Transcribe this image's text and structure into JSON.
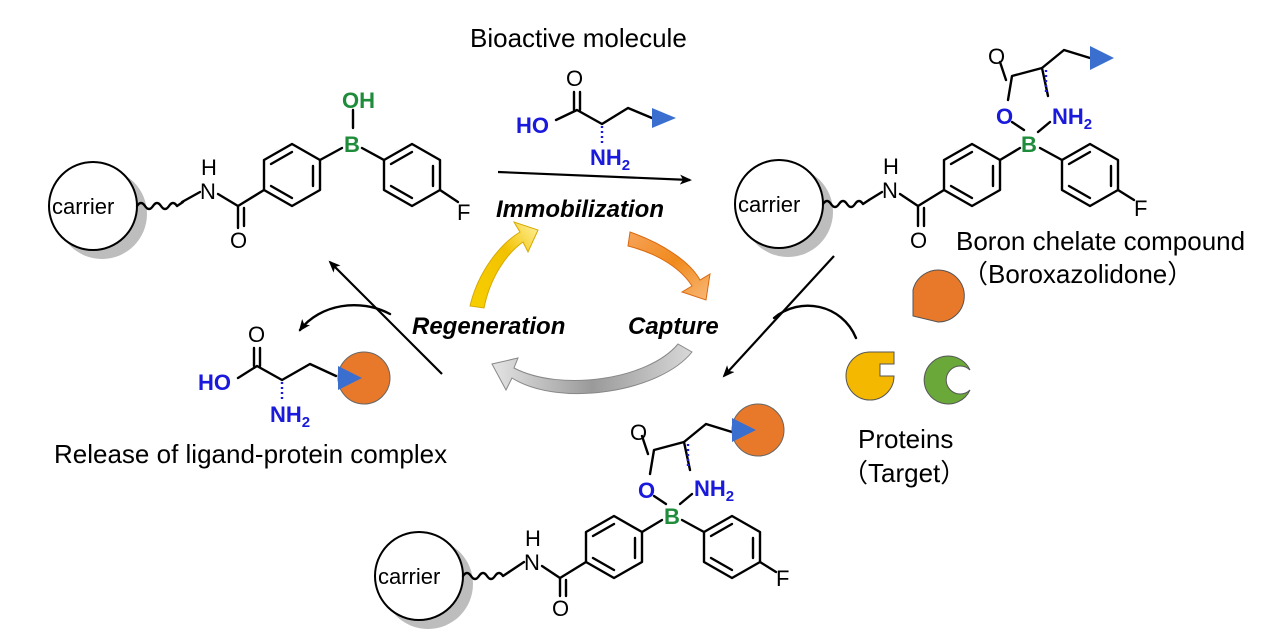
{
  "title_top": "Bioactive molecule",
  "step_immobilization": "Immobilization",
  "step_capture": "Capture",
  "step_regeneration": "Regeneration",
  "label_boron_chelate": "Boron chelate compound",
  "label_boroxazolidone": "（Boroxazolidone）",
  "label_release": "Release of ligand-protein complex",
  "label_proteins": "Proteins",
  "label_target": "（Target）",
  "carrier": "carrier",
  "atoms": {
    "H": "H",
    "N": "N",
    "O": "O",
    "F": "F",
    "B": "B",
    "OH": "OH",
    "HO": "HO",
    "NH2": "NH",
    "sub2": "2"
  },
  "colors": {
    "boron_green": "#1e8c3a",
    "heteroatom_blue": "#1a1adc",
    "ligand_triangle": "#3a6fd0",
    "protein_orange": "#e8782a",
    "protein_yellow": "#f5b800",
    "protein_green": "#6aa83a",
    "arrow_yellow": "#f2c200",
    "arrow_orange": "#f08a1c",
    "arrow_gray": "#9a9a9a"
  }
}
